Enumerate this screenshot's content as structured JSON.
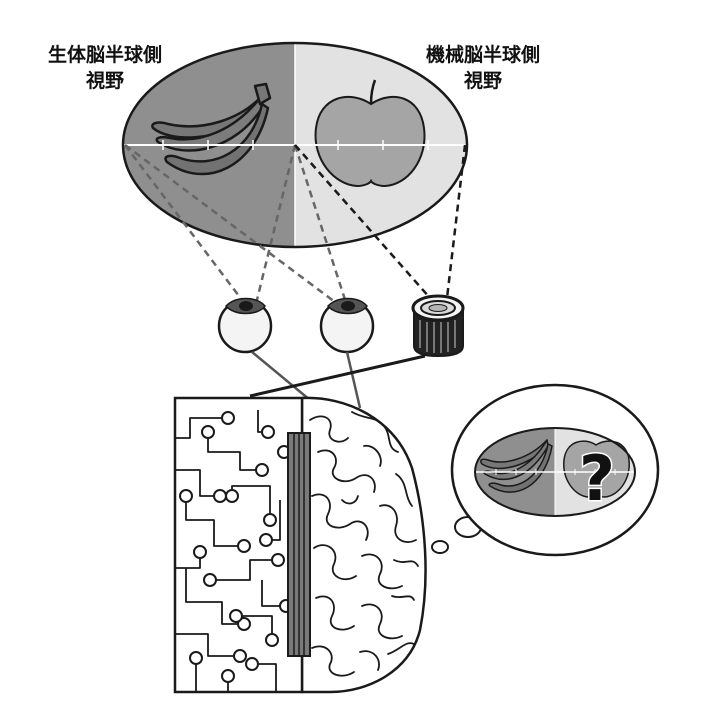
{
  "labels": {
    "bio_hemisphere": "生体脳半球側",
    "bio_field": "視野",
    "mech_hemisphere": "機械脳半球側",
    "mech_field": "視野"
  },
  "thought_bubble": {
    "question_mark": "?"
  },
  "colors": {
    "bio_field": "#8f8f8f",
    "mech_field": "#e2e2e2",
    "banana": "#777777",
    "apple": "#a5a5a5",
    "outline": "#1a1a1a",
    "interface_strip": "#7a7a7a"
  },
  "icons": [
    "banana-icon",
    "apple-icon",
    "eye-icon",
    "camera-lens-icon",
    "brain-icon",
    "circuit-board-icon",
    "thought-bubble-icon",
    "question-mark-icon"
  ]
}
